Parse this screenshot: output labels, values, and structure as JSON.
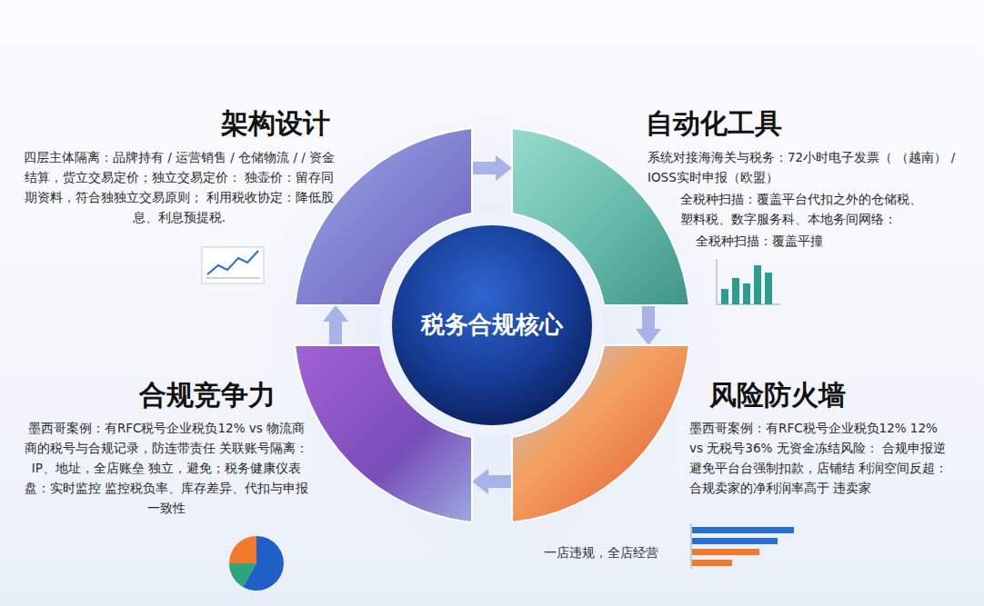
{
  "diagram": {
    "nodes": [
      {
        "text": [
          "架构设计",
          "四层主体隔离：品牌持有 / 运营销售 / 仓储物流 / / 资金结算，赀立交易定价；独立交易定价： 独壶价：留存同期资料，符合独独立交易原则； 利用税收协定：降低股息、利息预提税."
        ]
      },
      {
        "text": [
          "自动化工具",
          "系统对接海海关与税务：72小时电子发票（ （越南） / IOSS实时申报（欧盟）",
          "全税种扫描：覆盖平台代扣之外的仓储税、 塑料税、数字服务科、本地务间网络：",
          "全税种扫描：覆盖平撞"
        ]
      },
      {
        "text": [
          "税务合规核心"
        ]
      },
      {
        "text": [
          "合规竞争力",
          "墨西哥案例：有RFC税号企业税负12% vs 物流商商的税号与合规记录，防连带责任 关联账号隔离：IP、地址，全店账垒 独立，避免；税务健康仪表盘：实时监控 监控税负率、库存差异、代扣与申报一致性"
        ]
      },
      {
        "text": [
          "风险防火墙",
          "墨西哥案例：有RFC税号企业税负12% 12% vs 无税号36% 无资金冻结风险： 合规申报逆避免平台台强制扣款，店铺结 利润空间反超：合规卖家的净利润率高于 违卖家"
        ]
      }
    ],
    "edges": [
      {
        "from": 0,
        "to": 1,
        "arrow": "to"
      },
      {
        "from": 1,
        "to": 4,
        "arrow": "to"
      },
      {
        "from": 4,
        "to": 3,
        "arrow": "to"
      },
      {
        "from": 3,
        "to": 0,
        "arrow": "to"
      }
    ],
    "labels": [
      "一店违规，全店经营"
    ]
  }
}
